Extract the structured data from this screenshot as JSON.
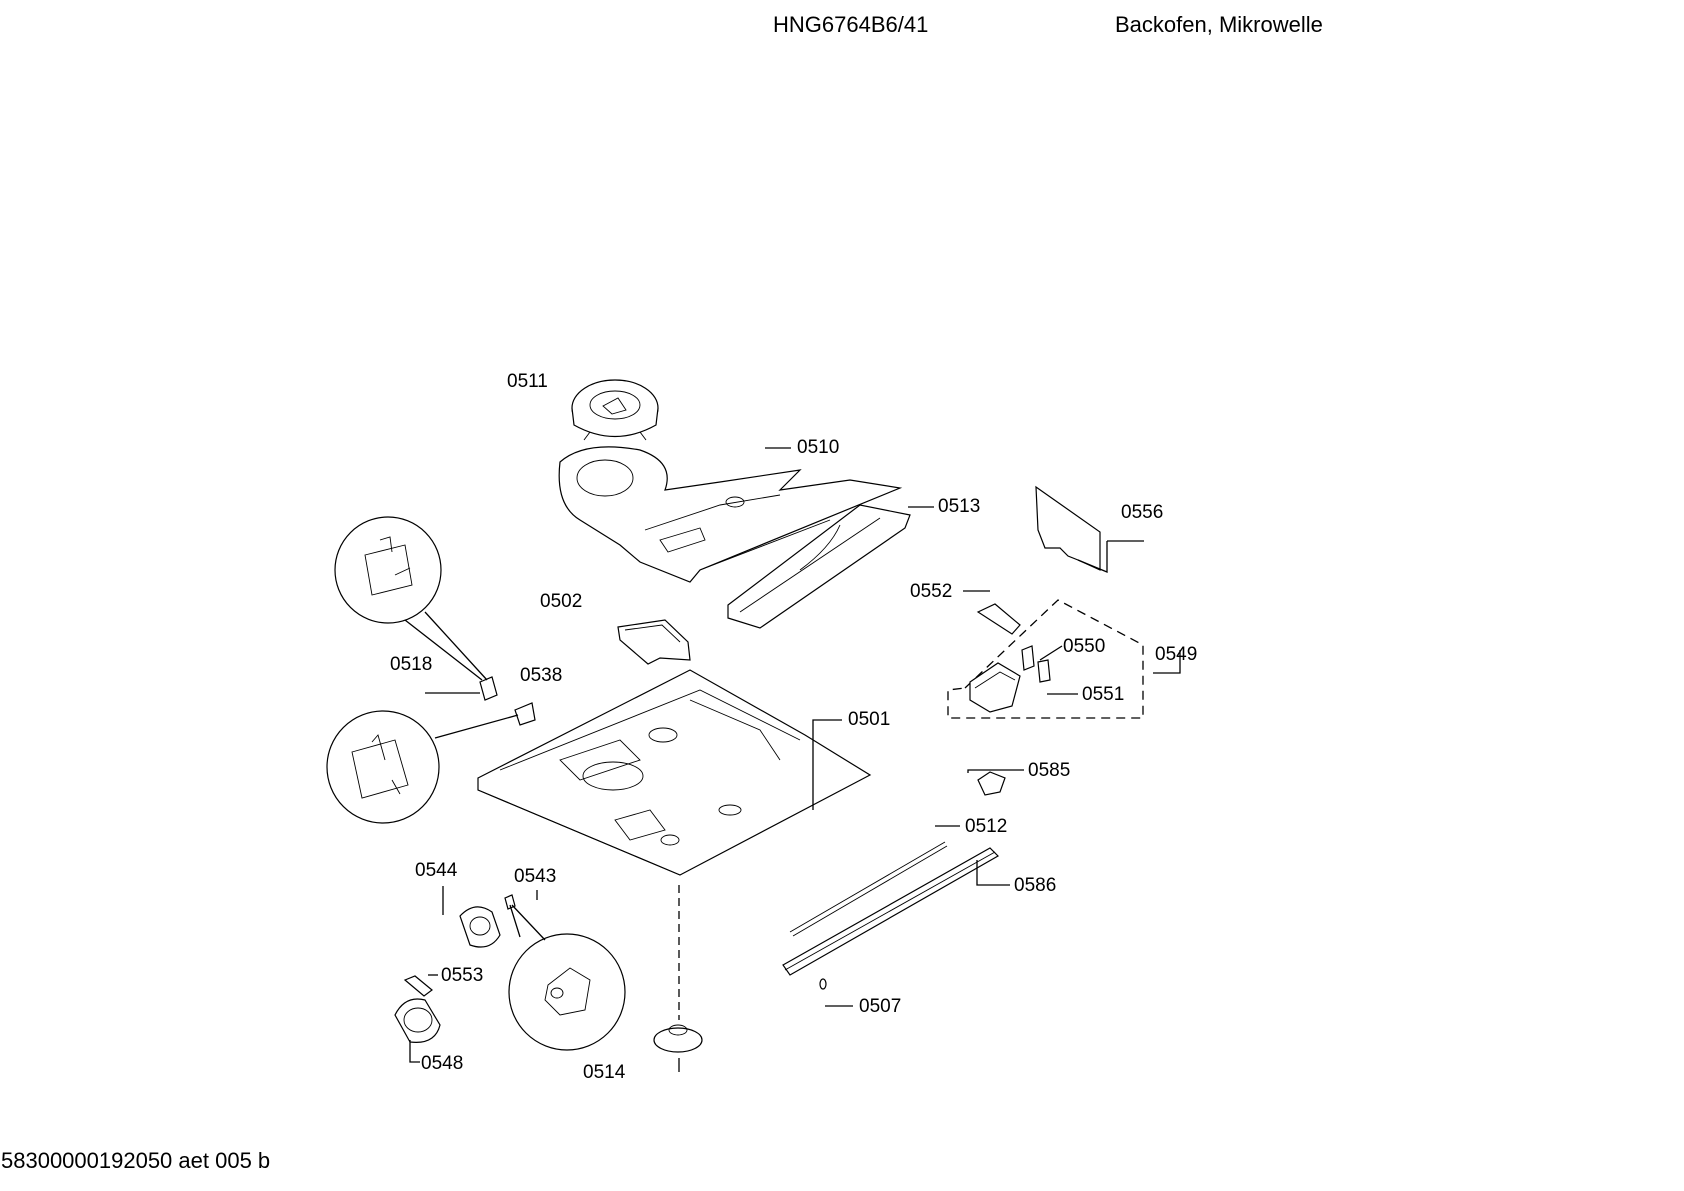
{
  "header": {
    "model": "HNG6764B6/41",
    "category": "Backofen, Mikrowelle"
  },
  "footer": {
    "document_ref": "58300000192050 aet 005 b"
  },
  "callouts": [
    {
      "id": "c0511",
      "label": "0511"
    },
    {
      "id": "c0510",
      "label": "0510"
    },
    {
      "id": "c0513",
      "label": "0513"
    },
    {
      "id": "c0556",
      "label": "0556"
    },
    {
      "id": "c0502",
      "label": "0502"
    },
    {
      "id": "c0552",
      "label": "0552"
    },
    {
      "id": "c0550",
      "label": "0550"
    },
    {
      "id": "c0549",
      "label": "0549"
    },
    {
      "id": "c0551",
      "label": "0551"
    },
    {
      "id": "c0518",
      "label": "0518"
    },
    {
      "id": "c0538",
      "label": "0538"
    },
    {
      "id": "c0501",
      "label": "0501"
    },
    {
      "id": "c0585",
      "label": "0585"
    },
    {
      "id": "c0512",
      "label": "0512"
    },
    {
      "id": "c0586",
      "label": "0586"
    },
    {
      "id": "c0544",
      "label": "0544"
    },
    {
      "id": "c0543",
      "label": "0543"
    },
    {
      "id": "c0553",
      "label": "0553"
    },
    {
      "id": "c0507",
      "label": "0507"
    },
    {
      "id": "c0548",
      "label": "0548"
    },
    {
      "id": "c0514",
      "label": "0514"
    }
  ]
}
